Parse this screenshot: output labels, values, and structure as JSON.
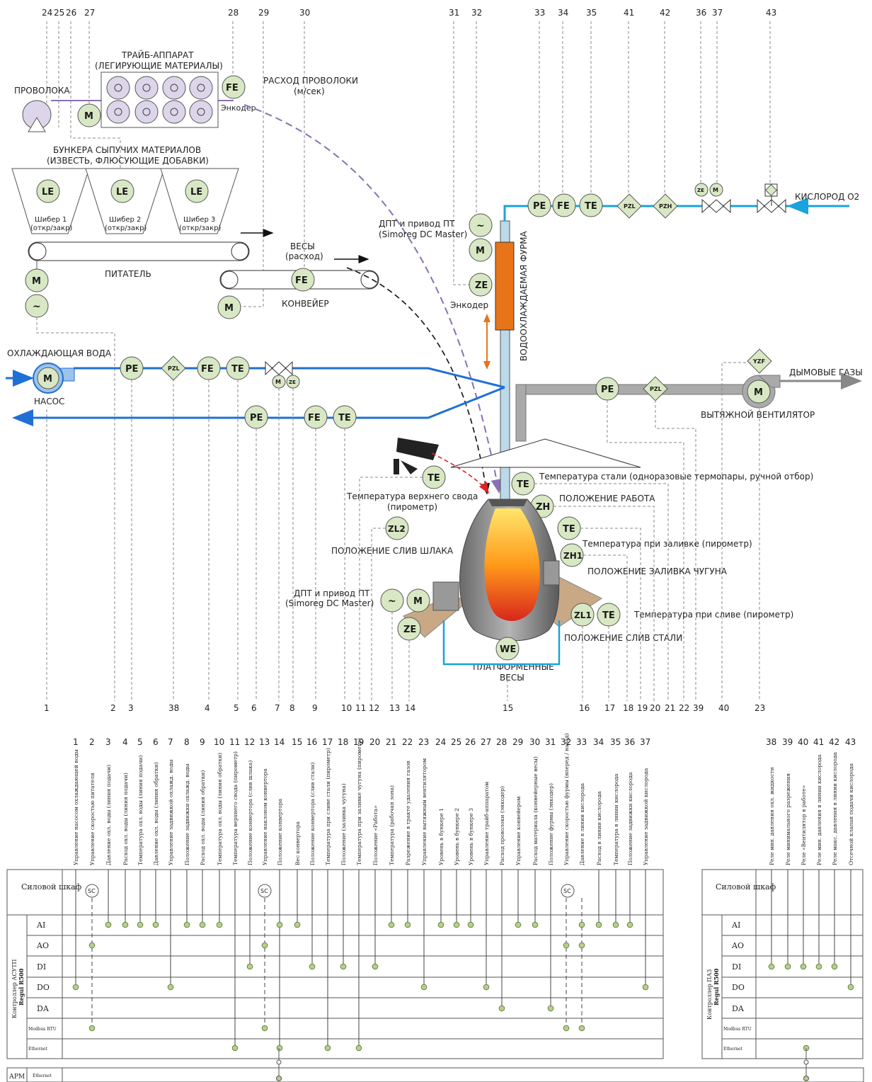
{
  "column_numbers_top": [
    "24",
    "25",
    "26",
    "27",
    "28",
    "29",
    "30",
    "31",
    "32",
    "33",
    "34",
    "35",
    "41",
    "42",
    "36",
    "37",
    "43"
  ],
  "column_numbers_mid": [
    "1",
    "2",
    "3",
    "38",
    "4",
    "5",
    "6",
    "7",
    "8",
    "9",
    "10",
    "11",
    "12",
    "13",
    "14",
    "15",
    "16",
    "17",
    "18",
    "19",
    "20",
    "21",
    "22",
    "39",
    "40",
    "23"
  ],
  "labels": {
    "wire": "ПРОВОЛОКА",
    "tribe_title": "ТРАЙБ-АППАРАТ",
    "tribe_sub": "(ЛЕГИРУЮЩИЕ МАТЕРИАЛЫ)",
    "wire_rate": "РАСХОД ПРОВОЛОКИ",
    "wire_rate_unit": "(м/сек)",
    "encoder": "Энкодер",
    "bunkers_title": "БУНКЕРА СЫПУЧИХ МАТЕРИАЛОВ",
    "bunkers_sub": "(ИЗВЕСТЬ, ФЛЮСУЮЩИЕ ДОБАВКИ)",
    "gate1": "Шибер 1",
    "gate2": "Шибер 2",
    "gate3": "Шибер 3",
    "gate_state": "(откр/закр)",
    "feeder": "ПИТАТЕЛЬ",
    "scales": "ВЕСЫ",
    "scales_sub": "(расход)",
    "conveyor": "КОНВЕЙЕР",
    "dpt1": "ДПТ и привод ПТ",
    "dpt1_sub": "(Simoreg DC Master)",
    "encoder2": "Энкодер",
    "lance": "ВОДООХЛАЖДАЕМАЯ ФУРМА",
    "oxygen": "КИСЛОРОД О2",
    "cooling_water": "ОХЛАЖДАЮЩАЯ ВОДА",
    "pump": "НАСОС",
    "flue_gas": "ДЫМОВЫЕ ГАЗЫ",
    "exhaust_fan": "ВЫТЯЖНОЙ ВЕНТИЛЯТОР",
    "steel_temp": "Температура стали (одноразовые термопары, ручной отбор)",
    "top_vault_temp": "Температура верхнего свода",
    "pyrometer": "(пирометр)",
    "work_pos": "ПОЛОЖЕНИЕ РАБОТА",
    "slag_pos": "ПОЛОЖЕНИЕ СЛИВ ШЛАКА",
    "pour_temp": "Температура при заливке (пирометр)",
    "iron_pos": "ПОЛОЖЕНИЕ ЗАЛИВКА ЧУГУНА",
    "dpt2": "ДПТ и привод ПТ",
    "dpt2_sub": "(Simoreg DC Master)",
    "tap_temp": "Температура при сливе (пирометр)",
    "steel_tap_pos": "ПОЛОЖЕНИЕ СЛИВ СТАЛИ",
    "platform": "ПЛАТФОРМЕННЫЕ",
    "platform_sub": "ВЕСЫ"
  },
  "tags": {
    "FE": "FE",
    "M": "M",
    "LE": "LE",
    "PE": "PE",
    "TE": "TE",
    "ZE": "ZE",
    "ZH": "ZH",
    "ZH1": "ZH1",
    "ZL1": "ZL1",
    "ZL2": "ZL2",
    "WE": "WE",
    "PZL": "PZL",
    "PZH": "PZH",
    "YZF": "YZF",
    "SC": "SC",
    "tilde": "~"
  },
  "table": {
    "numbers": [
      "1",
      "2",
      "3",
      "4",
      "5",
      "6",
      "7",
      "8",
      "9",
      "10",
      "11",
      "12",
      "13",
      "14",
      "15",
      "16",
      "17",
      "18",
      "19",
      "20",
      "21",
      "22",
      "23",
      "24",
      "25",
      "26",
      "27",
      "28",
      "29",
      "30",
      "31",
      "32",
      "33",
      "34",
      "35",
      "36",
      "37"
    ],
    "signal_names": [
      "Управление насосом охлаждающей воды",
      "Управление скоростью питателя",
      "Давление охл. воды (линия подачи)",
      "Расход охл. воды (линия подачи)",
      "Температура охл. воды (линия подачи)",
      "Давление охл. воды (линия обратки)",
      "Управление задвижкой охлажд. воды",
      "Положение задвижки охлажд. воды",
      "Расход охл. воды (линия обратки)",
      "Температура охл. воды (линия обратки)",
      "Температура верхнего свода (пирометр)",
      "Положение конвертора (слив шлака)",
      "Управление наклоном конвертора",
      "Положение конвертора",
      "Вес конвертора",
      "Положение конвертора (слив стали)",
      "Температура при сливе стали (пирометр)",
      "Положение (заливка чугуна)",
      "Температура при заливке чугуна (пирометр)",
      "Положение «Работа»",
      "Температура (рабочая зона)",
      "Разрежение в тракте удаления газов",
      "Управление вытяжным вентилятором",
      "Уровень в бункере 1",
      "Уровень в бункере 2",
      "Уровень в бункере 3",
      "Управление трайб-аппаратом",
      "Расход проволоки (энкодер)",
      "Управление конвейером",
      "Расход материала (конвейерные весы)",
      "Положение фурмы (энкодер)",
      "Управление скоростью фурмы (вперед / назад)",
      "Давление в линии кислорода",
      "Расход в линии кислорода",
      "Температура в линии кислорода",
      "Положение задвижки кислорода",
      "Управление задвижкой кислорода"
    ],
    "row_labels": [
      "AI",
      "AO",
      "DI",
      "DO",
      "DA",
      "Modbus RTU",
      "Ethernet"
    ],
    "power_cabinet": "Силовой шкаф",
    "controller": "Контроллер АСУТП",
    "controller_model": "Regul R500",
    "apm": "АРМ",
    "apm_eth": "Ethernet"
  },
  "table2": {
    "numbers": [
      "38",
      "39",
      "40",
      "41",
      "42",
      "43"
    ],
    "signal_names": [
      "Реле мин. давления охл. жидкости",
      "Реле минимального разрежения",
      "Реле «Вентилятор в работе»",
      "Реле мин. давления в линии кислорода",
      "Реле макс. давления в линии кислорода",
      "Отсечной клапан подачи кислорода"
    ],
    "row_labels": [
      "AI",
      "AO",
      "DI",
      "DO",
      "DA",
      "Modbus RTU",
      "Ethernet"
    ],
    "power_cabinet": "Силовой шкаф",
    "controller": "Контроллер ПАЗ",
    "controller_model": "Regul R500"
  },
  "colors": {
    "instrument_fill": "#d9e8c4",
    "water_blue": "#1f6fd6",
    "oxygen_blue": "#1aa3dc",
    "lance_orange": "#e8741a",
    "tribe_fill": "#ddd6ea",
    "wire_purple": "#8a70b6",
    "gas_gray": "#aaaaaa",
    "dot_green": "#b7cf8a"
  }
}
